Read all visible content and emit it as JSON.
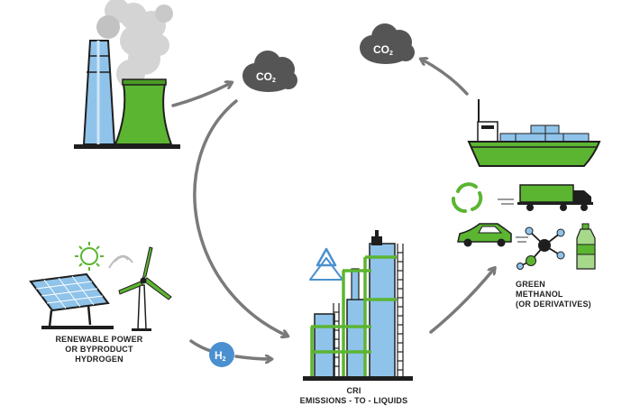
{
  "clouds": {
    "co2_left": {
      "main": "CO",
      "sub": "2"
    },
    "co2_right": {
      "main": "CO",
      "sub": "2"
    },
    "h2": {
      "main": "H",
      "sub": "2"
    }
  },
  "labels": {
    "renewable": [
      "RENEWABLE POWER",
      "OR BYPRODUCT",
      "HYDROGEN"
    ],
    "methanol": [
      "GREEN",
      "METHANOL",
      "(OR DERIVATIVES)"
    ],
    "cri": [
      "CRI",
      "EMISSIONS - TO - LIQUIDS"
    ]
  },
  "icons": [
    "power-plant-icon",
    "smoke-icon",
    "co2-cloud-icon",
    "ship-icon",
    "recycle-icon",
    "truck-icon",
    "car-icon",
    "molecule-icon",
    "bottle-icon",
    "sun-icon",
    "solar-panel-icon",
    "wind-turbine-icon",
    "hydrogen-bubble-icon",
    "plant-tower-icon",
    "arrow-icon"
  ],
  "colors": {
    "green": "#5cb531",
    "blue": "#8fc3ea",
    "dark": "#1e1e1e",
    "gray": "#7a7a7a",
    "cloud": "#555555"
  }
}
